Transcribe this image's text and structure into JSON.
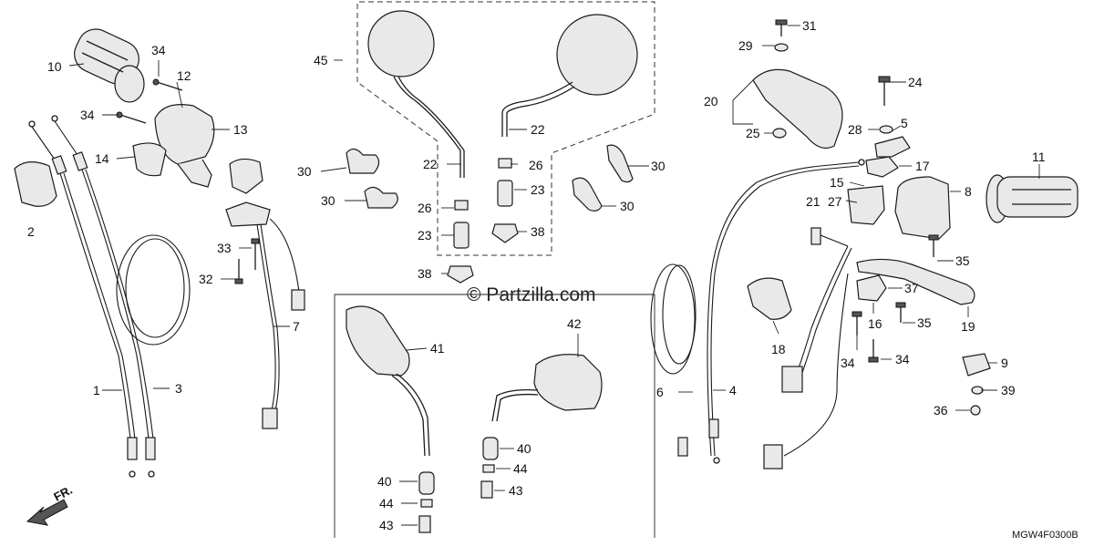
{
  "diagram": {
    "watermark": "© Partzilla.com",
    "code": "MGW4F0300B",
    "direction_label": "FR.",
    "callouts": {
      "c10": "10",
      "c34a": "34",
      "c12": "12",
      "c34b": "34",
      "c13": "13",
      "c14": "14",
      "c2": "2",
      "c33": "33",
      "c32": "32",
      "c7": "7",
      "c1": "1",
      "c3": "3",
      "c45": "45",
      "c22a": "22",
      "c22b": "22",
      "c26a": "26",
      "c26b": "26",
      "c23a": "23",
      "c23b": "23",
      "c38a": "38",
      "c38b": "38",
      "c30a": "30",
      "c30b": "30",
      "c30c": "30",
      "c30d": "30",
      "c41": "41",
      "c42": "42",
      "c40a": "40",
      "c40b": "40",
      "c44a": "44",
      "c44b": "44",
      "c43a": "43",
      "c43b": "43",
      "c31": "31",
      "c29": "29",
      "c24": "24",
      "c20": "20",
      "c25": "25",
      "c28": "28",
      "c5": "5",
      "c17": "17",
      "c15": "15",
      "c21": "21",
      "c27": "27",
      "c8": "8",
      "c11": "11",
      "c35a": "35",
      "c35b": "35",
      "c37": "37",
      "c16": "16",
      "c19": "19",
      "c18": "18",
      "c6": "6",
      "c4": "4",
      "c34c": "34",
      "c34d": "34",
      "c9": "9",
      "c39": "39",
      "c36": "36"
    }
  }
}
